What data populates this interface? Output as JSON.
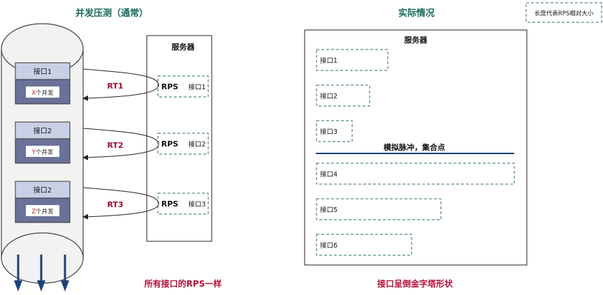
{
  "left": {
    "title": "并发压测（通常）",
    "server_label": "服务器",
    "footer": "所有接口的RPS一样",
    "groups": [
      {
        "api": "接口1",
        "concurrency_prefix": "X",
        "concurrency_suffix": "个并发",
        "rt": "RT1",
        "rps": "RPS",
        "server_api": "接口1"
      },
      {
        "api": "接口2",
        "concurrency_prefix": "Y",
        "concurrency_suffix": "个并发",
        "rt": "RT2",
        "rps": "RPS",
        "server_api": "接口2"
      },
      {
        "api": "接口2",
        "concurrency_prefix": "Z",
        "concurrency_suffix": "个并发",
        "rt": "RT3",
        "rps": "RPS",
        "server_api": "接口3"
      }
    ]
  },
  "right": {
    "title": "实际情况",
    "server_label": "服务器",
    "pulse_label": "模拟脉冲，集合点",
    "footer": "接口呈倒金字塔形状",
    "apis": [
      {
        "label": "接口1",
        "relative_rps": 0.36
      },
      {
        "label": "接口2",
        "relative_rps": 0.27
      },
      {
        "label": "接口3",
        "relative_rps": 0.18
      },
      {
        "label": "接口4",
        "relative_rps": 1.0
      },
      {
        "label": "接口5",
        "relative_rps": 0.63
      },
      {
        "label": "接口6",
        "relative_rps": 0.48
      }
    ]
  },
  "legend": "长度代表RPS相对大小",
  "colors": {
    "title_green": "#1a6b5c",
    "footer_red": "#b3123a",
    "rt_red": "#9a1030",
    "api_box_fill": "#c9d0e6",
    "concurrency_fill": "#6a7299",
    "dashed_green": "#2a6e5e",
    "pulse_line": "#1b3f73",
    "arrow_blue": "#1d4274"
  }
}
